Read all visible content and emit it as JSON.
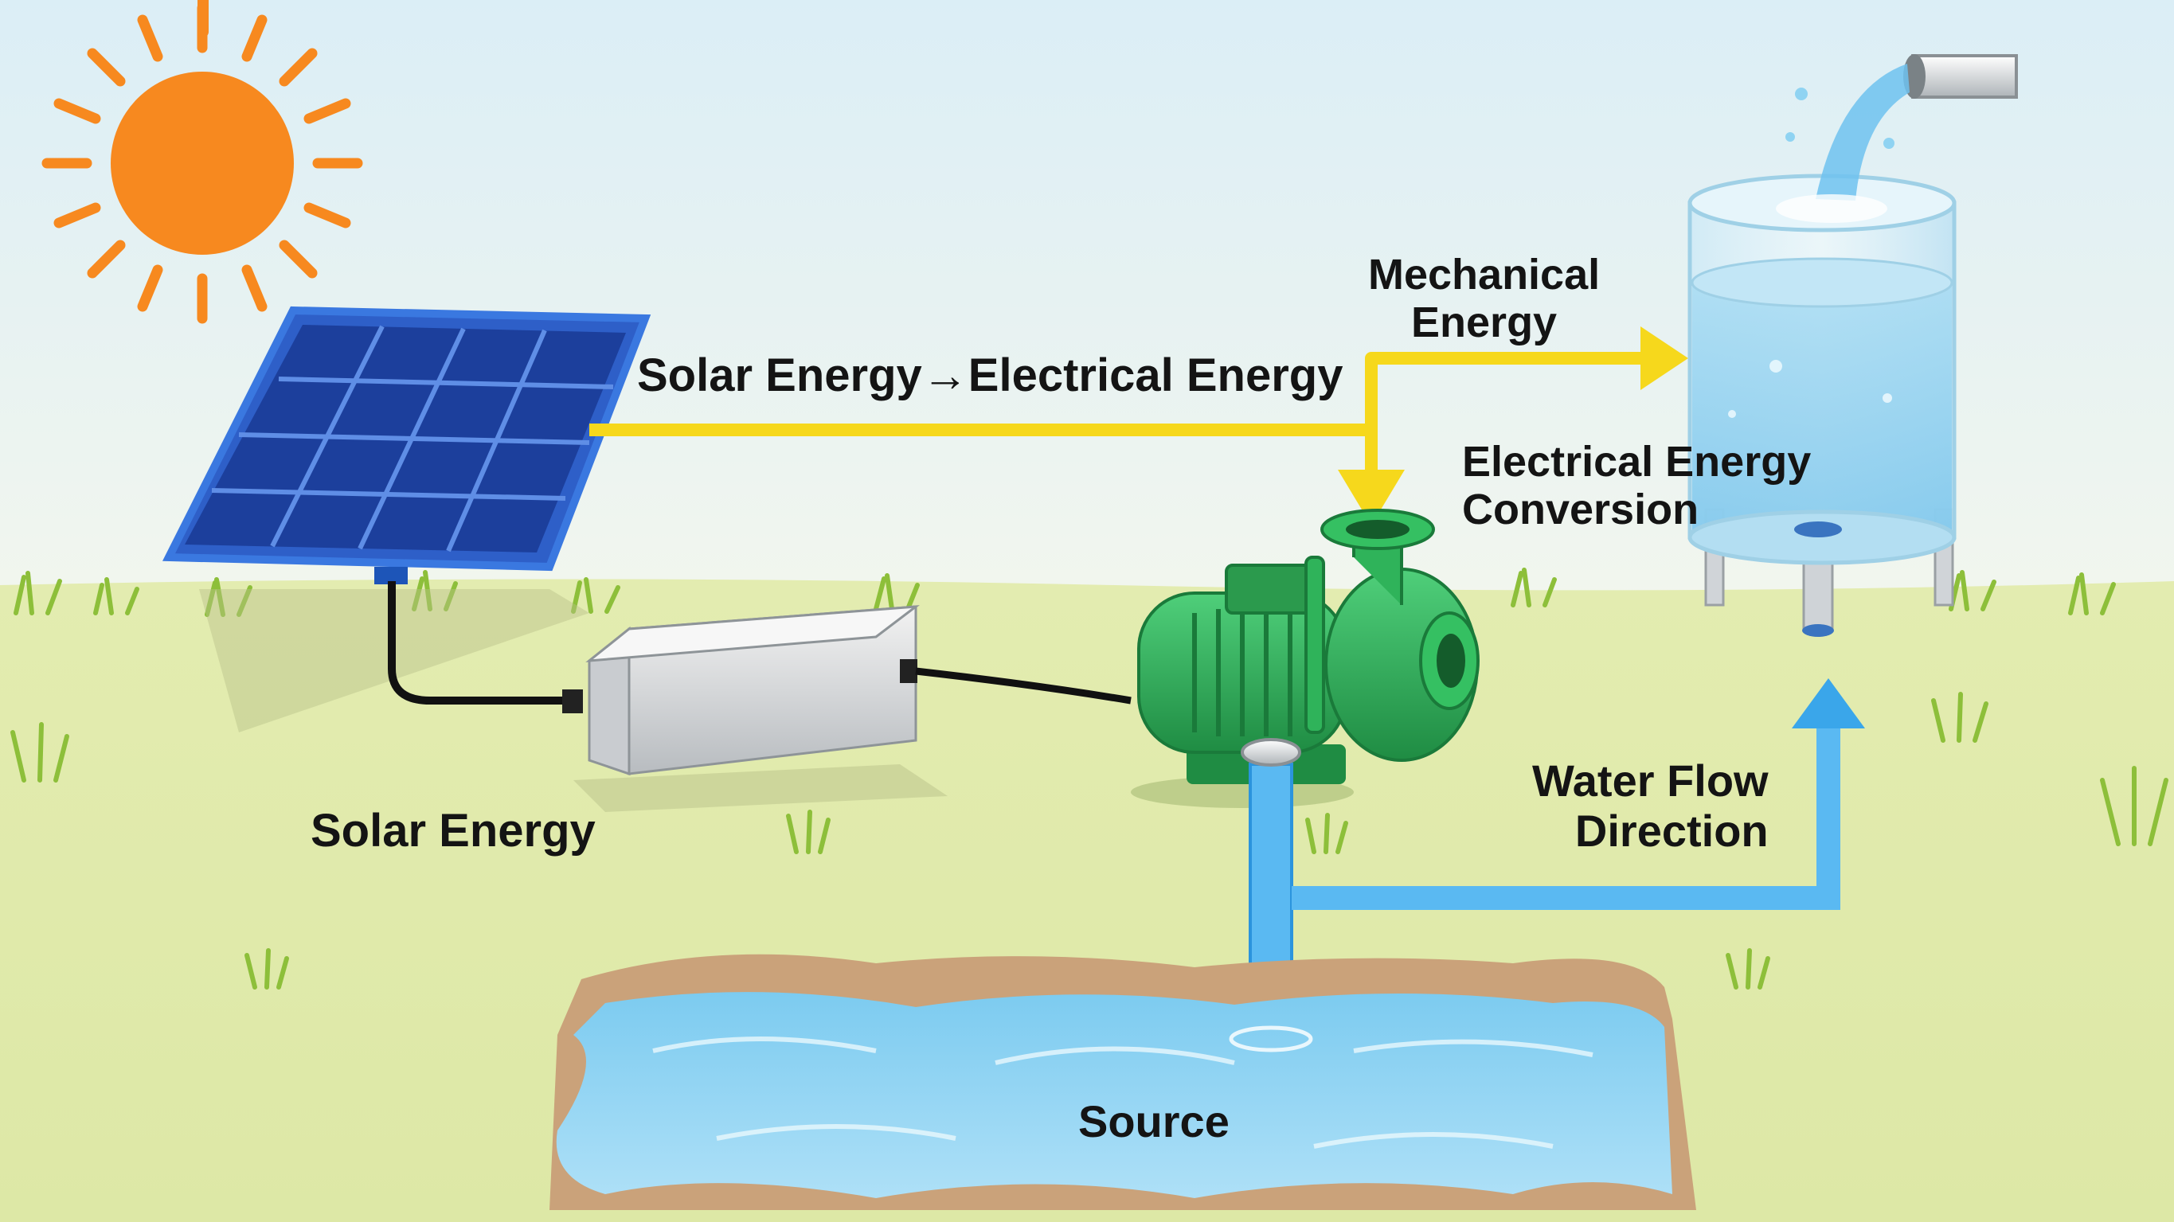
{
  "labels": {
    "solar_to_electrical": "Solar Energy→Electrical Energy",
    "mechanical_line1": "Mechanical",
    "mechanical_line2": "Energy",
    "electrical_conversion_line1": "Electrical Energy",
    "electrical_conversion_line2": "Conversion",
    "water_flow_line1": "Water Flow",
    "water_flow_line2": "Direction",
    "solar_energy": "Solar Energy",
    "source": "Source"
  },
  "colors": {
    "sky": "#e4f1f6",
    "grass": "#e6edb6",
    "sun": "#f7891f",
    "solar_panel": "#1f4aa8",
    "energy_arrow": "#f6d81c",
    "water_arrow": "#3aa6ea",
    "pump": "#2aa553",
    "water": "#8fd3f2"
  }
}
